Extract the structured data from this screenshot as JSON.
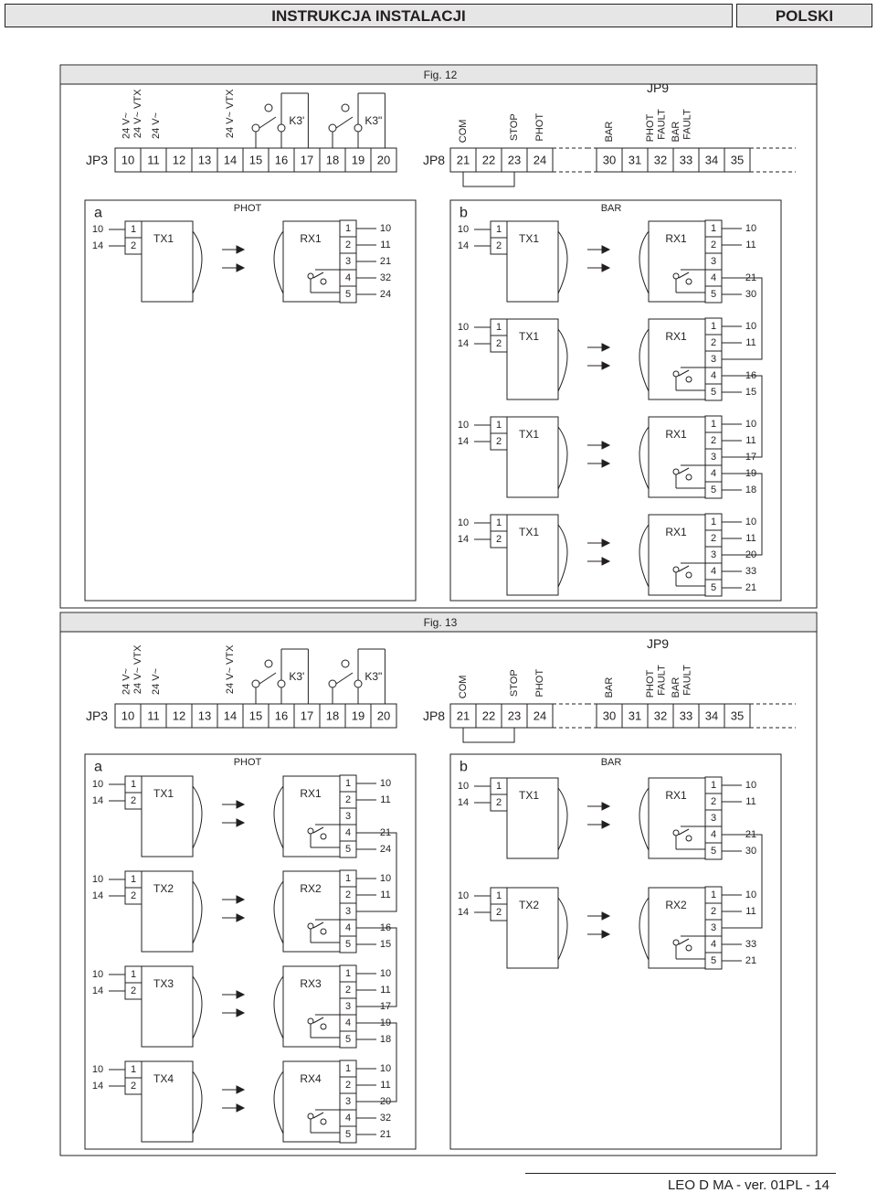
{
  "header": {
    "title": "INSTRUKCJA INSTALACJI",
    "language": "POLSKI"
  },
  "footer": {
    "text": "LEO D MA - ver. 01PL - 14"
  },
  "common": {
    "jp3_label": "JP3",
    "jp3_terminals": [
      "10",
      "11",
      "12",
      "13",
      "14",
      "15",
      "16",
      "17",
      "18",
      "19",
      "20"
    ],
    "jp3_headers": [
      "24 V~",
      "24 V~ VTX",
      "24 V~",
      "24 V~ VTX"
    ],
    "relay1": "K3'",
    "relay2": "K3\"",
    "jp8_label": "JP8",
    "jp8_terminals": [
      "21",
      "22",
      "23",
      "24"
    ],
    "jp8_headers": [
      "COM",
      "STOP",
      "PHOT"
    ],
    "jp9_label": "JP9",
    "jp9_terminals": [
      "30",
      "31",
      "32",
      "33",
      "34",
      "35"
    ],
    "jp9_headers": [
      "BAR",
      "PHOT",
      "FAULT",
      "BAR",
      "FAULT"
    ],
    "tx_pins": [
      "1",
      "2"
    ],
    "tx_wires": [
      "10",
      "14"
    ],
    "rx_pins": [
      "1",
      "2",
      "3",
      "4",
      "5"
    ]
  },
  "fig12": {
    "title": "Fig. 12",
    "panel_a": {
      "letter": "a",
      "title": "PHOT",
      "units": [
        {
          "tx": "TX1",
          "rx": "RX1",
          "wires": [
            "10",
            "11",
            "21",
            "32",
            "24"
          ]
        }
      ]
    },
    "panel_b": {
      "letter": "b",
      "title": "BAR",
      "units": [
        {
          "tx": "TX1",
          "rx": "RX1",
          "wires": [
            "10",
            "11",
            "",
            "21",
            "30"
          ]
        },
        {
          "tx": "TX1",
          "rx": "RX1",
          "wires": [
            "10",
            "11",
            "",
            "16",
            "15"
          ]
        },
        {
          "tx": "TX1",
          "rx": "RX1",
          "wires": [
            "10",
            "11",
            "17",
            "19",
            "18"
          ]
        },
        {
          "tx": "TX1",
          "rx": "RX1",
          "wires": [
            "10",
            "11",
            "20",
            "33",
            "21"
          ]
        }
      ]
    }
  },
  "fig13": {
    "title": "Fig. 13",
    "panel_a": {
      "letter": "a",
      "title": "PHOT",
      "units": [
        {
          "tx": "TX1",
          "rx": "RX1",
          "wires": [
            "10",
            "11",
            "",
            "21",
            "24"
          ]
        },
        {
          "tx": "TX2",
          "rx": "RX2",
          "wires": [
            "10",
            "11",
            "",
            "16",
            "15"
          ]
        },
        {
          "tx": "TX3",
          "rx": "RX3",
          "wires": [
            "10",
            "11",
            "17",
            "19",
            "18"
          ]
        },
        {
          "tx": "TX4",
          "rx": "RX4",
          "wires": [
            "10",
            "11",
            "20",
            "32",
            "21"
          ]
        }
      ]
    },
    "panel_b": {
      "letter": "b",
      "title": "BAR",
      "units": [
        {
          "tx": "TX1",
          "rx": "RX1",
          "wires": [
            "10",
            "11",
            "",
            "21",
            "30"
          ]
        },
        {
          "tx": "TX2",
          "rx": "RX2",
          "wires": [
            "10",
            "11",
            "",
            "33",
            "21"
          ]
        }
      ]
    }
  }
}
